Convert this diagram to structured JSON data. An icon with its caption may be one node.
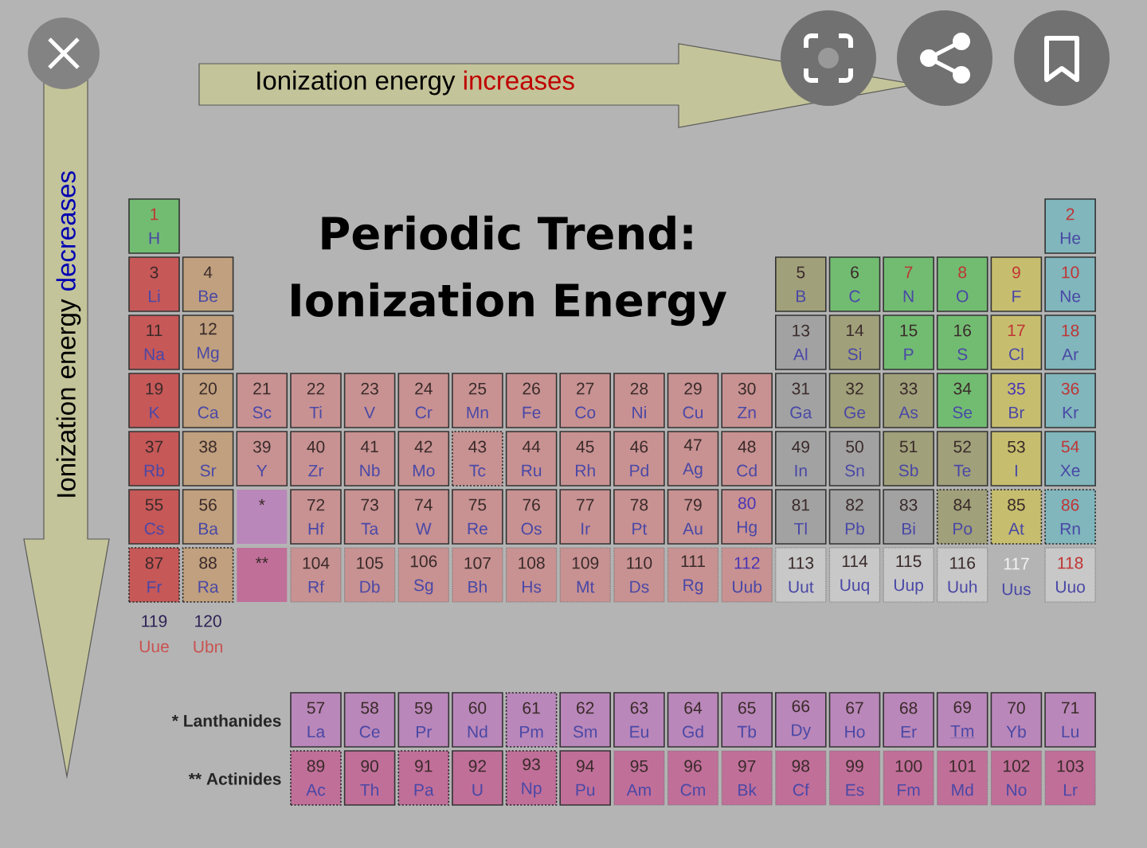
{
  "diagram": {
    "title": "Periodic Trend: Ionization Energy",
    "nodes": [
      {
        "text": [
          "1",
          "H"
        ]
      },
      {
        "text": [
          "2",
          "He"
        ]
      },
      {
        "text": [
          "3",
          "Li"
        ]
      },
      {
        "text": [
          "4",
          "Be"
        ]
      },
      {
        "text": [
          "5",
          "B"
        ]
      },
      {
        "text": [
          "6",
          "C"
        ]
      },
      {
        "text": [
          "7",
          "N"
        ]
      },
      {
        "text": [
          "8",
          "O"
        ]
      },
      {
        "text": [
          "9",
          "F"
        ]
      },
      {
        "text": [
          "10",
          "Ne"
        ]
      },
      {
        "text": [
          "11",
          "Na"
        ]
      },
      {
        "text": [
          "12",
          "Mg"
        ]
      },
      {
        "text": [
          "13",
          "Al"
        ]
      },
      {
        "text": [
          "14",
          "Si"
        ]
      },
      {
        "text": [
          "15",
          "P"
        ]
      },
      {
        "text": [
          "16",
          "S"
        ]
      },
      {
        "text": [
          "17",
          "Cl"
        ]
      },
      {
        "text": [
          "18",
          "Ar"
        ]
      },
      {
        "text": [
          "19",
          "K"
        ]
      },
      {
        "text": [
          "20",
          "Ca"
        ]
      },
      {
        "text": [
          "21",
          "Sc"
        ]
      },
      {
        "text": [
          "22",
          "Ti"
        ]
      },
      {
        "text": [
          "23",
          "V"
        ]
      },
      {
        "text": [
          "24",
          "Cr"
        ]
      },
      {
        "text": [
          "25",
          "Mn"
        ]
      },
      {
        "text": [
          "26",
          "Fe"
        ]
      },
      {
        "text": [
          "27",
          "Co"
        ]
      },
      {
        "text": [
          "28",
          "Ni"
        ]
      },
      {
        "text": [
          "29",
          "Cu"
        ]
      },
      {
        "text": [
          "30",
          "Zn"
        ]
      },
      {
        "text": [
          "31",
          "Ga"
        ]
      },
      {
        "text": [
          "32",
          "Ge"
        ]
      },
      {
        "text": [
          "33",
          "As"
        ]
      },
      {
        "text": [
          "34",
          "Se"
        ]
      },
      {
        "text": [
          "35",
          "Br"
        ]
      },
      {
        "text": [
          "36",
          "Kr"
        ]
      },
      {
        "text": [
          "37",
          "Rb"
        ]
      },
      {
        "text": [
          "38",
          "Sr"
        ]
      },
      {
        "text": [
          "39",
          "Y"
        ]
      },
      {
        "text": [
          "40",
          "Zr"
        ]
      },
      {
        "text": [
          "41",
          "Nb"
        ]
      },
      {
        "text": [
          "42",
          "Mo"
        ]
      },
      {
        "text": [
          "43",
          "Tc"
        ]
      },
      {
        "text": [
          "44",
          "Ru"
        ]
      },
      {
        "text": [
          "45",
          "Rh"
        ]
      },
      {
        "text": [
          "46",
          "Pd"
        ]
      },
      {
        "text": [
          "47",
          "Ag"
        ]
      },
      {
        "text": [
          "48",
          "Cd"
        ]
      },
      {
        "text": [
          "49",
          "In"
        ]
      },
      {
        "text": [
          "50",
          "Sn"
        ]
      },
      {
        "text": [
          "51",
          "Sb"
        ]
      },
      {
        "text": [
          "52",
          "Te"
        ]
      },
      {
        "text": [
          "53",
          "I"
        ]
      },
      {
        "text": [
          "54",
          "Xe"
        ]
      },
      {
        "text": [
          "55",
          "Cs"
        ]
      },
      {
        "text": [
          "56",
          "Ba"
        ]
      },
      {
        "text": [
          "*"
        ]
      },
      {
        "text": [
          "72",
          "Hf"
        ]
      },
      {
        "text": [
          "73",
          "Ta"
        ]
      },
      {
        "text": [
          "74",
          "W"
        ]
      },
      {
        "text": [
          "75",
          "Re"
        ]
      },
      {
        "text": [
          "76",
          "Os"
        ]
      },
      {
        "text": [
          "77",
          "Ir"
        ]
      },
      {
        "text": [
          "78",
          "Pt"
        ]
      },
      {
        "text": [
          "79",
          "Au"
        ]
      },
      {
        "text": [
          "80",
          "Hg"
        ]
      },
      {
        "text": [
          "81",
          "Tl"
        ]
      },
      {
        "text": [
          "82",
          "Pb"
        ]
      },
      {
        "text": [
          "83",
          "Bi"
        ]
      },
      {
        "text": [
          "84",
          "Po"
        ]
      },
      {
        "text": [
          "85",
          "At"
        ]
      },
      {
        "text": [
          "86",
          "Rn"
        ]
      },
      {
        "text": [
          "87",
          "Fr"
        ]
      },
      {
        "text": [
          "88",
          "Ra"
        ]
      },
      {
        "text": [
          "**"
        ]
      },
      {
        "text": [
          "104",
          "Rf"
        ]
      },
      {
        "text": [
          "105",
          "Db"
        ]
      },
      {
        "text": [
          "106",
          "Sg"
        ]
      },
      {
        "text": [
          "107",
          "Bh"
        ]
      },
      {
        "text": [
          "108",
          "Hs"
        ]
      },
      {
        "text": [
          "109",
          "Mt"
        ]
      },
      {
        "text": [
          "110",
          "Ds"
        ]
      },
      {
        "text": [
          "111",
          "Rg"
        ]
      },
      {
        "text": [
          "112",
          "Uub"
        ]
      },
      {
        "text": [
          "113",
          "Uut"
        ]
      },
      {
        "text": [
          "114",
          "Uuq"
        ]
      },
      {
        "text": [
          "115",
          "Uup"
        ]
      },
      {
        "text": [
          "116",
          "Uuh"
        ]
      },
      {
        "text": [
          "118",
          "Uuo"
        ]
      },
      {
        "text": [
          "57",
          "La"
        ]
      },
      {
        "text": [
          "58",
          "Ce"
        ]
      },
      {
        "text": [
          "59",
          "Pr"
        ]
      },
      {
        "text": [
          "60",
          "Nd"
        ]
      },
      {
        "text": [
          "61",
          "Pm"
        ]
      },
      {
        "text": [
          "62",
          "Sm"
        ]
      },
      {
        "text": [
          "63",
          "Eu"
        ]
      },
      {
        "text": [
          "64",
          "Gd"
        ]
      },
      {
        "text": [
          "65",
          "Tb"
        ]
      },
      {
        "text": [
          "66",
          "Dy"
        ]
      },
      {
        "text": [
          "67",
          "Ho"
        ]
      },
      {
        "text": [
          "68",
          "Er"
        ]
      },
      {
        "text": [
          "69",
          "Tm"
        ]
      },
      {
        "text": [
          "70",
          "Yb"
        ]
      },
      {
        "text": [
          "71",
          "Lu"
        ]
      },
      {
        "text": [
          "89",
          "Ac"
        ]
      },
      {
        "text": [
          "90",
          "Th"
        ]
      },
      {
        "text": [
          "91",
          "Pa"
        ]
      },
      {
        "text": [
          "92",
          "U"
        ]
      },
      {
        "text": [
          "93",
          "Np"
        ]
      },
      {
        "text": [
          "94",
          "Pu"
        ]
      },
      {
        "text": [
          "95",
          "Am"
        ]
      },
      {
        "text": [
          "96",
          "Cm"
        ]
      },
      {
        "text": [
          "97",
          "Bk"
        ]
      },
      {
        "text": [
          "98",
          "Cf"
        ]
      },
      {
        "text": [
          "99",
          "Es"
        ]
      },
      {
        "text": [
          "100",
          "Fm"
        ]
      },
      {
        "text": [
          "101",
          "Md"
        ]
      },
      {
        "text": [
          "102",
          "No"
        ]
      },
      {
        "text": [
          "103",
          "Lr"
        ]
      }
    ],
    "labels": [
      "Ionization energy",
      "increases",
      "Ionization energy",
      "decreases",
      "117",
      "Uus",
      "119",
      "120",
      "Uue",
      "Ubn",
      "* Lanthanides",
      "** Actinides"
    ]
  }
}
